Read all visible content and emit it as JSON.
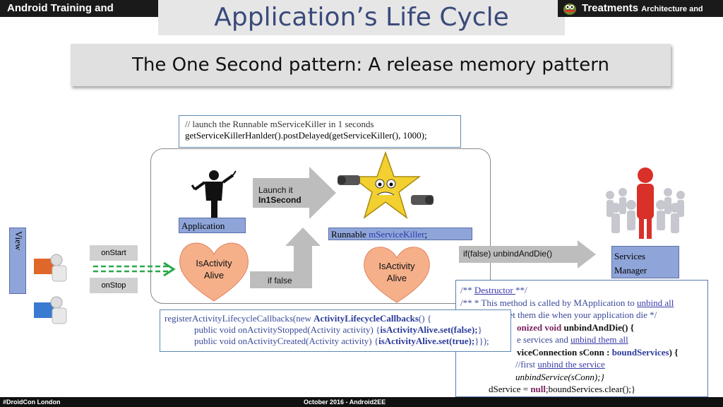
{
  "header": {
    "left": "Android Training and Expertise",
    "title": "Application’s Life Cycle",
    "right_main": "Treatments",
    "right_sub": "Architecture and Threads"
  },
  "subtitle": "The One Second pattern: A release memory pattern",
  "top_code": {
    "line1": "// launch the Runnable mServiceKiller in 1 seconds",
    "line2": "getServiceKillerHanlder().postDelayed(getServiceKiller(), 1000);"
  },
  "view_label": "View",
  "buttons": {
    "on_start": "onStart",
    "on_stop": "onStop"
  },
  "application_label": "Application",
  "heart_left": {
    "line1": "IsActivity",
    "line2": "Alive"
  },
  "heart_right": {
    "line1": "IsActivity",
    "line2": "Alive"
  },
  "launch_arrow": {
    "line1": "Launch it",
    "line2": "In1Second"
  },
  "if_false": "if false",
  "runnable_label": {
    "prefix": "Runnable ",
    "name": "mServiceKiller",
    "suffix": ";"
  },
  "unbind_arrow": "if(false) unbindAndDie()",
  "services_label": {
    "line1": "Services",
    "line2": "Manager"
  },
  "callbacks_code": {
    "line1_a": "registerActivityLifecycleCallbacks(new ",
    "line1_b": "ActivityLifecycleCallbacks",
    "line1_c": "() {",
    "line2_a": "public void onActivityStopped(Activity activity) {",
    "line2_b": "isActivityAlive.set(false);",
    "line2_c": "}",
    "line3_a": "public void onActivityCreated(Activity activity) {",
    "line3_b": "isActivityAlive.set(true);",
    "line3_c": "}});"
  },
  "destructor_code": {
    "l1_a": "/** ",
    "l1_b": "Destructor ",
    "l1_c": "**/",
    "l2_a": "/** * This method is called by MApplication to ",
    "l2_b": "unbind all",
    "l3": "l let them die when your application die */",
    "l4_a": "onized ",
    "l4_b": "void ",
    "l4_c": "unbindAndDie() {",
    "l5_a": "e services and ",
    "l5_b": "unbind them all",
    "l6_a": "viceConnection sConn : ",
    "l6_b": "boundServices",
    "l6_c": ") {",
    "l7_a": "//first ",
    "l7_b": "unbind the service",
    "l8": "unbindService(sConn);}",
    "l9_a": "dService = ",
    "l9_b": "null",
    "l9_c": ";boundServices.clear();}"
  },
  "footer": {
    "left": "#DroidCon London",
    "center": "October 2016 - Android2EE"
  }
}
